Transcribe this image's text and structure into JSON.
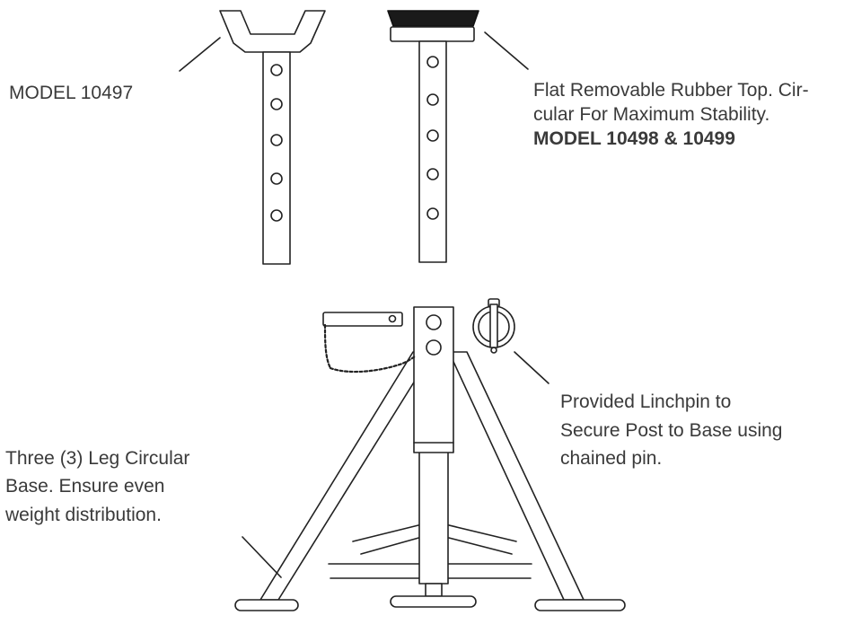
{
  "labels": {
    "model_10497": "MODEL 10497",
    "rubber_top_line1": "Flat  Removable Rubber Top. Cir-",
    "rubber_top_line2": "cular For  Maximum Stability.",
    "rubber_top_model": "MODEL 10498 & 10499",
    "linchpin_line1": "Provided Linchpin to",
    "linchpin_line2": "Secure Post to Base using",
    "linchpin_line3": "chained pin.",
    "base_line1": "Three (3) Leg Circular",
    "base_line2": "Base. Ensure even",
    "base_line3": "weight distribution."
  }
}
